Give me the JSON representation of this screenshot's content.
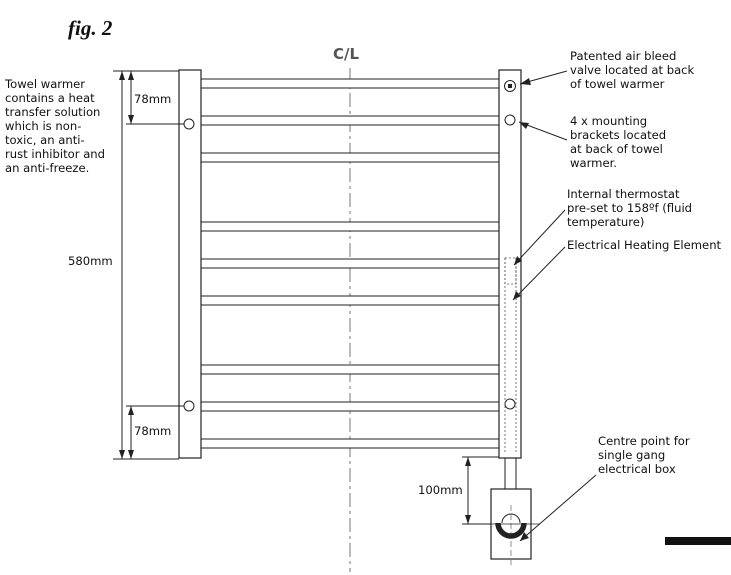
{
  "figure": {
    "label": "fig. 2",
    "centerline": "C/L"
  },
  "notes": {
    "left": [
      "Towel warmer",
      "contains a heat",
      "transfer solution",
      "which is non-",
      "toxic, an anti-",
      "rust inhibitor and",
      "an anti-freeze."
    ],
    "bleed_valve": [
      "Patented air bleed",
      "valve located at back",
      "of towel warmer"
    ],
    "brackets": [
      "4 x mounting",
      "brackets located",
      "at back of towel",
      "warmer."
    ],
    "thermostat": [
      "Internal thermostat",
      "pre-set to 158ºf (fluid",
      "temperature)"
    ],
    "element": [
      "Electrical Heating Element"
    ],
    "centre_point": [
      "Centre point for",
      "single gang",
      "electrical box"
    ]
  },
  "dimensions": {
    "top_spacing": "78mm",
    "total_height": "580mm",
    "bottom_spacing": "78mm",
    "drop": "100mm"
  }
}
